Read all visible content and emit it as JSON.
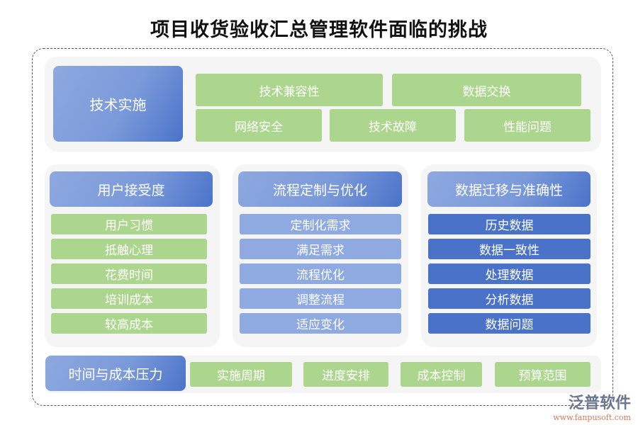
{
  "title": "项目收货验收汇总管理软件面临的挑战",
  "tech": {
    "header": "技术实施",
    "items": [
      "技术兼容性",
      "数据交换",
      "网络安全",
      "技术故障",
      "性能问题"
    ]
  },
  "user": {
    "header": "用户接受度",
    "items": [
      "用户习惯",
      "抵触心理",
      "花费时间",
      "培训成本",
      "较高成本"
    ]
  },
  "process": {
    "header": "流程定制与优化",
    "items": [
      "定制化需求",
      "满足需求",
      "流程优化",
      "调整流程",
      "适应变化"
    ]
  },
  "data": {
    "header": "数据迁移与准确性",
    "items": [
      "历史数据",
      "数据一致性",
      "处理数据",
      "分析数据",
      "数据问题"
    ]
  },
  "time": {
    "header": "时间与成本压力",
    "items": [
      "实施周期",
      "进度安排",
      "成本控制",
      "预算范围"
    ]
  },
  "logo": {
    "name": "泛普软件",
    "url": "www.fanpusoft.com"
  },
  "colors": {
    "green": "#acd58e",
    "light_blue": "#8eaae0",
    "dark_blue": "#4a72c8"
  }
}
